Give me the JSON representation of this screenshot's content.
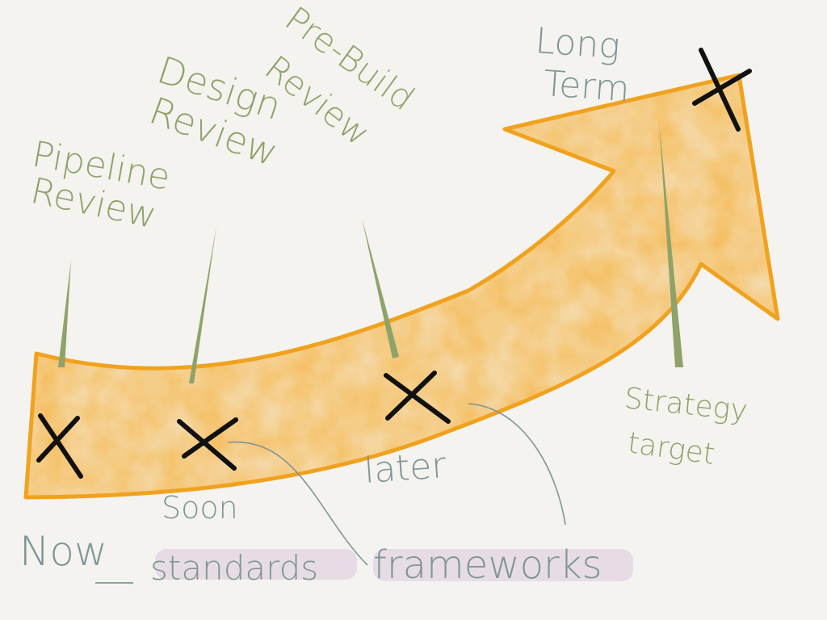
{
  "milestones": [
    {
      "id": "pipeline",
      "line1": "Pipeline",
      "line2": "Review"
    },
    {
      "id": "design",
      "line1": "Design",
      "line2": "Review"
    },
    {
      "id": "prebuild",
      "line1": "Pre-Build",
      "line2": "Review"
    },
    {
      "id": "strategy",
      "line1": "Strategy",
      "line2": "target"
    }
  ],
  "horizon": {
    "long_term_1": "Long",
    "long_term_2": "Term",
    "now": "Now",
    "soon": "Soon",
    "later": "later"
  },
  "bottom_labels": {
    "standards": "standards",
    "frameworks": "frameworks"
  },
  "colors": {
    "arrow_fill": "#f5b64a",
    "arrow_stroke": "#f0a21f",
    "green_text": "#8fa26a",
    "blue_text": "#7f9696",
    "highlight": "#dcc9dd",
    "marker": "#111111"
  }
}
